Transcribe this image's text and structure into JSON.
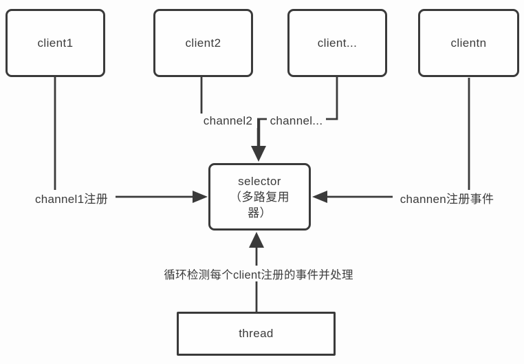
{
  "colors": {
    "stroke": "#3a3a3a",
    "text": "#3b3b3b",
    "background": "#fdfdfd"
  },
  "nodes": {
    "client1": {
      "label": "client1"
    },
    "client2": {
      "label": "client2"
    },
    "client_dots": {
      "label": "client..."
    },
    "clientn": {
      "label": "clientn"
    },
    "selector": {
      "lines": [
        "selector",
        "（多路复用",
        "器）"
      ]
    },
    "thread": {
      "label": "thread"
    }
  },
  "edge_labels": {
    "channel1": "channel1注册",
    "channel2": "channel2",
    "channel_dots": "channel...",
    "channeln": "channen注册事件",
    "loop_note": "循环检测每个client注册的事件并处理"
  }
}
